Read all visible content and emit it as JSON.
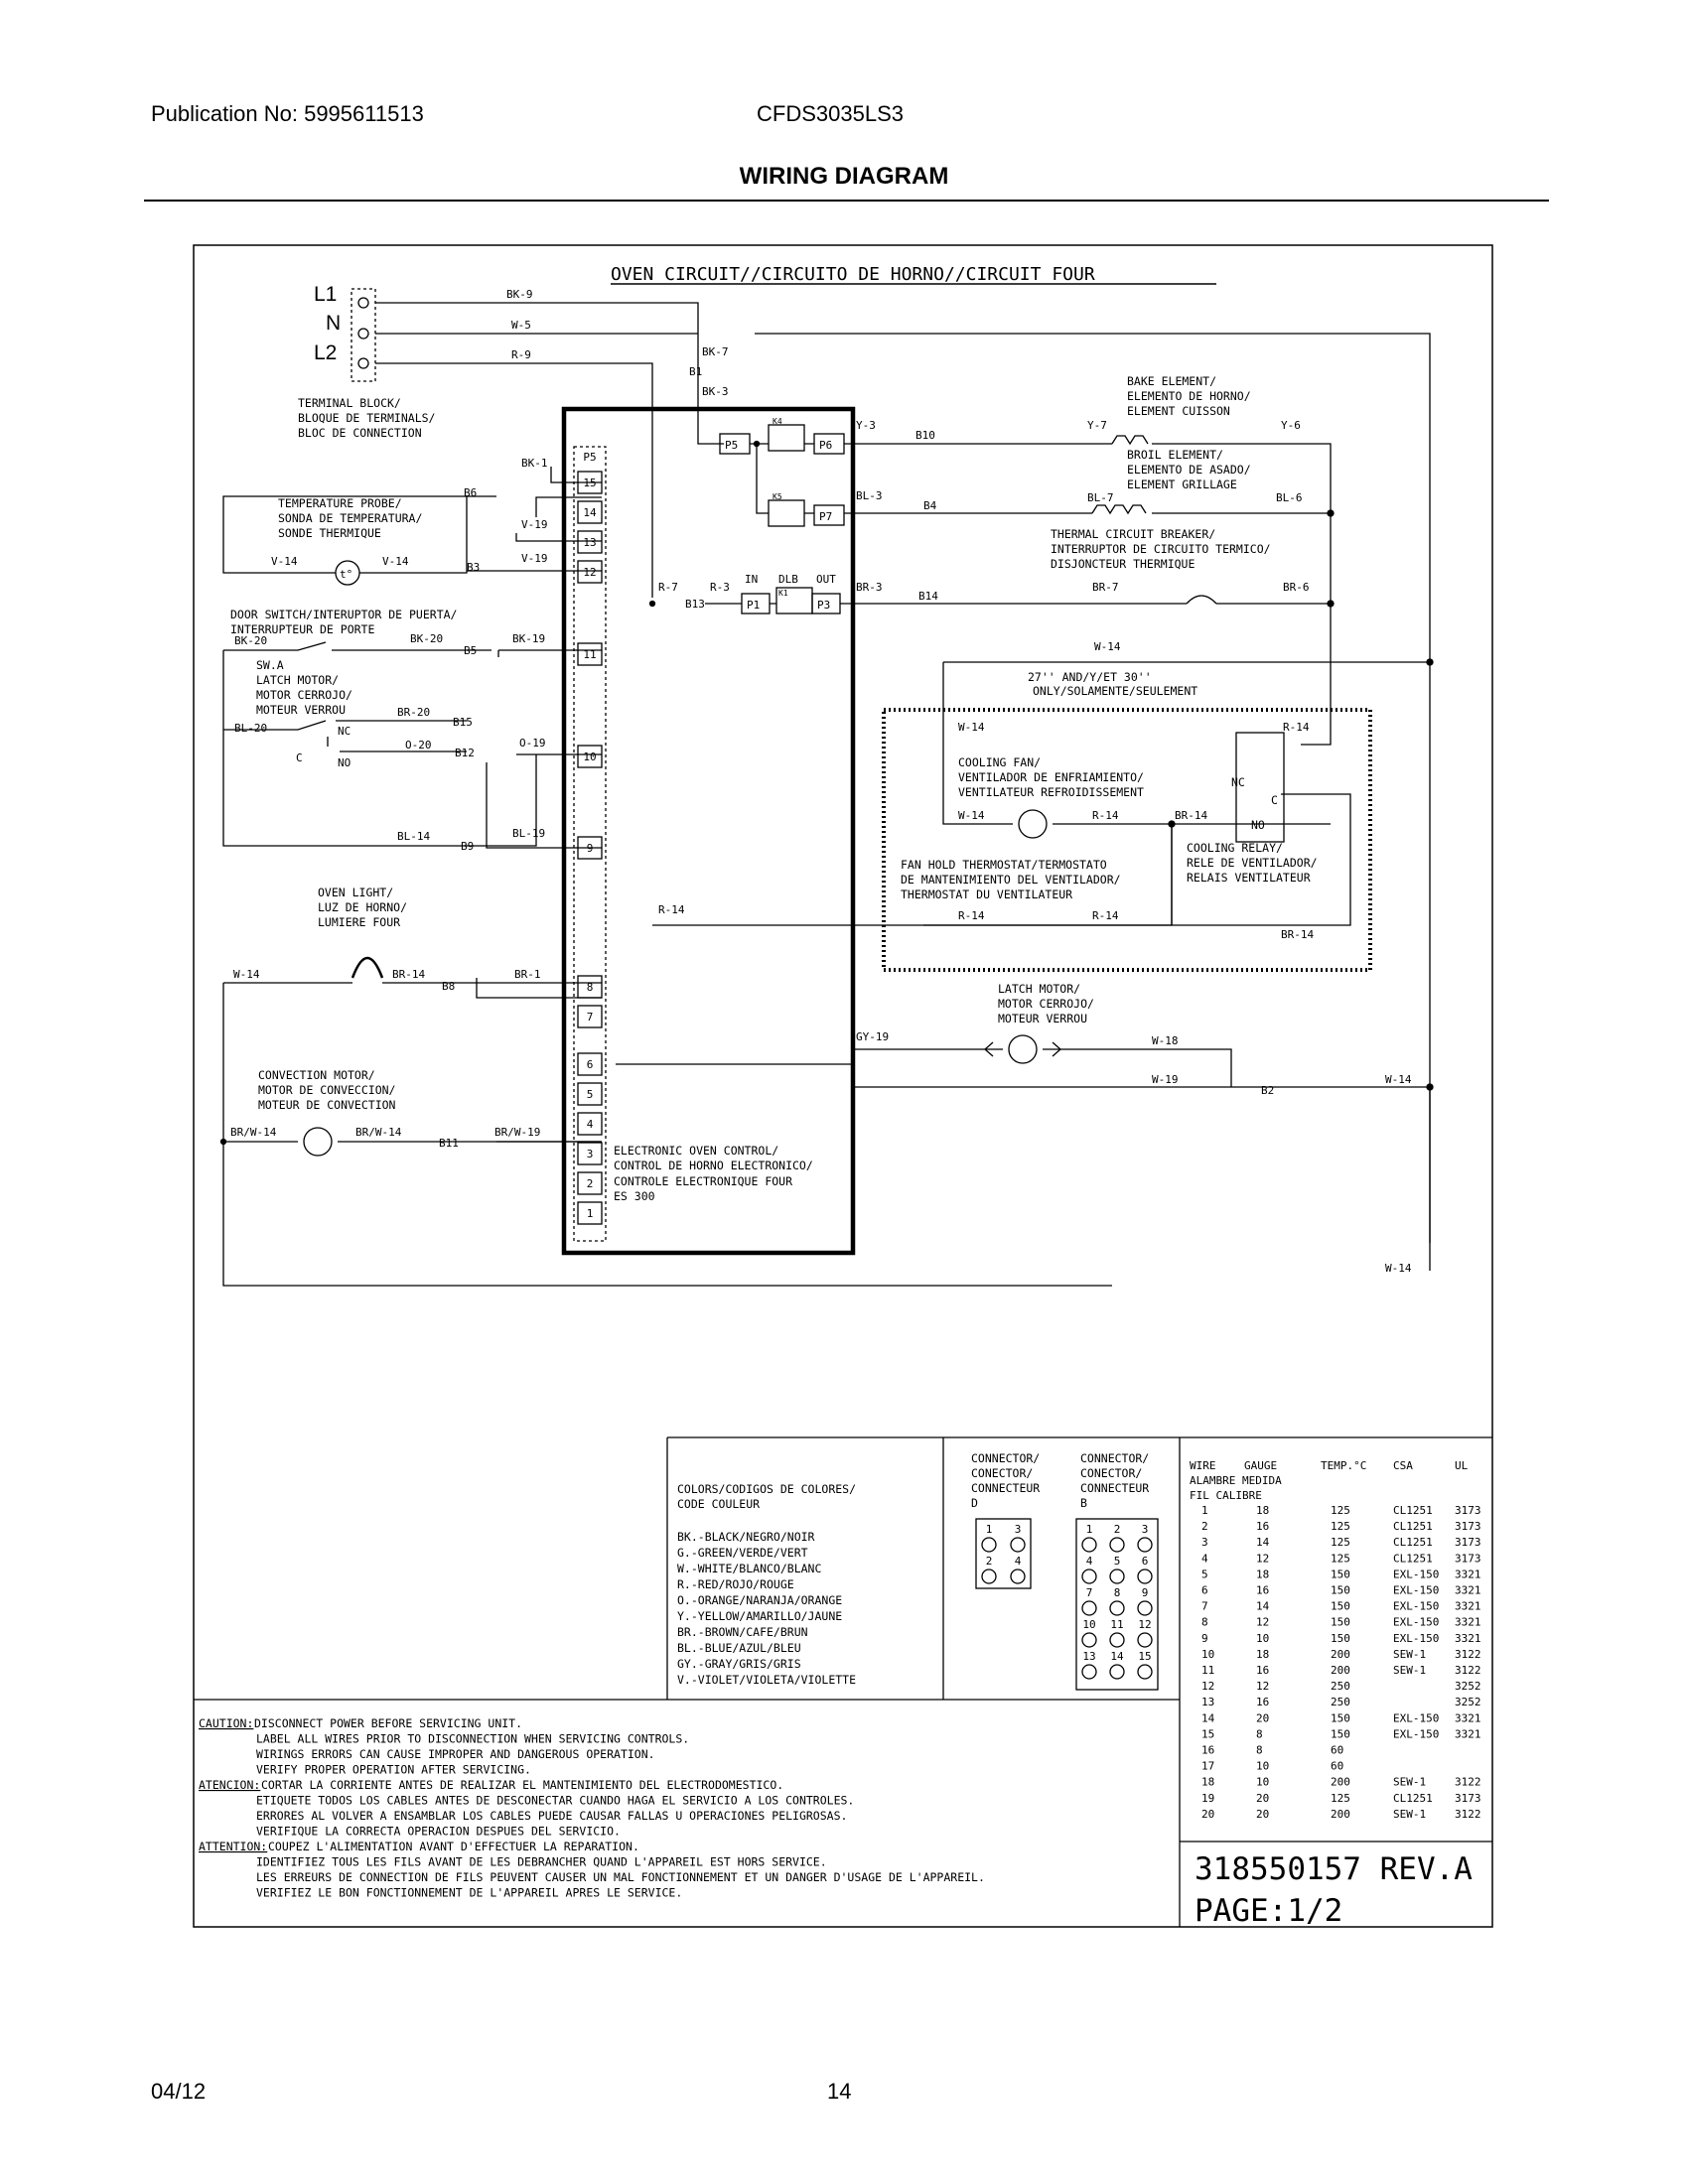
{
  "header": {
    "publication": "Publication No: 5995611513",
    "model": "CFDS3035LS3",
    "title": "WIRING DIAGRAM"
  },
  "footer": {
    "date": "04/12",
    "page": "14"
  },
  "diagram": {
    "heading": "OVEN CIRCUIT//CIRCUITO DE HORNO//CIRCUIT FOUR",
    "terminals": {
      "l1": "L1",
      "n": "N",
      "l2": "L2"
    },
    "terminal_block": [
      "TERMINAL BLOCK/",
      "BLOQUE DE TERMINALS/",
      "BLOC DE CONNECTION"
    ],
    "temp_probe": [
      "TEMPERATURE PROBE/",
      "SONDA DE TEMPERATURA/",
      "SONDE THERMIQUE"
    ],
    "probe_symbol": "t°",
    "door_switch": [
      "DOOR SWITCH/INTERUPTOR DE PUERTA/",
      "INTERRUPTEUR DE PORTE"
    ],
    "latch_motor_sw": [
      "SW.A",
      "LATCH MOTOR/",
      "MOTOR CERROJO/",
      "MOTEUR VERROU"
    ],
    "oven_light": [
      "OVEN LIGHT/",
      "LUZ DE HORNO/",
      "LUMIERE FOUR"
    ],
    "convection": [
      "CONVECTION MOTOR/",
      "MOTOR DE CONVECCION/",
      "MOTEUR DE CONVECTION"
    ],
    "eoc": [
      "ELECTRONIC OVEN CONTROL/",
      "CONTROL DE HORNO ELECTRONICO/",
      "CONTROLE ELECTRONIQUE FOUR",
      "ES 300"
    ],
    "bake": [
      "BAKE ELEMENT/",
      "ELEMENTO DE HORNO/",
      "ELEMENT CUISSON"
    ],
    "broil": [
      "BROIL ELEMENT/",
      "ELEMENTO DE ASADO/",
      "ELEMENT GRILLAGE"
    ],
    "breaker": [
      "THERMAL CIRCUIT BREAKER/",
      "INTERRUPTOR DE CIRCUITO TERMICO/",
      "DISJONCTEUR THERMIQUE"
    ],
    "only_note": [
      "27'' AND/Y/ET 30''",
      "ONLY/SOLAMENTE/SEULEMENT"
    ],
    "fan": [
      "COOLING FAN/",
      "VENTILADOR DE ENFRIAMIENTO/",
      "VENTILATEUR REFROIDISSEMENT"
    ],
    "relay": [
      "COOLING RELAY/",
      "RELE DE VENTILADOR/",
      "RELAIS VENTILATEUR"
    ],
    "fan_thermo": [
      "FAN HOLD THERMOSTAT/TERMOSTATO",
      "DE MANTENIMIENTO DEL VENTILADOR/",
      "THERMOSTAT DU VENTILATEUR"
    ],
    "latch_motor": [
      "LATCH MOTOR/",
      "MOTOR CERROJO/",
      "MOTEUR VERROU"
    ],
    "pins": [
      "P5",
      "15",
      "14",
      "13",
      "12",
      "11",
      "10",
      "9",
      "8",
      "7",
      "6",
      "5",
      "4",
      "3",
      "2",
      "1"
    ],
    "relay_labels": {
      "p5": "P5",
      "p6": "P6",
      "p7": "P7",
      "p1": "P1",
      "p3": "P3",
      "in": "IN",
      "dlb": "DLB",
      "out": "OUT",
      "k4": "K4",
      "k5": "K5",
      "k1": "K1",
      "nc": "NC",
      "no": "NO",
      "c": "C"
    },
    "wires": {
      "bk9": "BK-9",
      "w5": "W-5",
      "r9": "R-9",
      "bk7": "BK-7",
      "b1": "B1",
      "bk3": "BK-3",
      "bk1": "BK-1",
      "b6": "B6",
      "v19a": "V-19",
      "v19b": "V-19",
      "b3": "B3",
      "v14a": "V-14",
      "v14b": "V-14",
      "bk20a": "BK-20",
      "bk20b": "BK-20",
      "b5": "B5",
      "bk19": "BK-19",
      "br20": "BR-20",
      "b15": "B15",
      "bl20": "BL-20",
      "o20": "O-20",
      "b12": "B12",
      "o19": "O-19",
      "bl14": "BL-14",
      "b9": "B9",
      "bl19": "BL-19",
      "w14a": "W-14",
      "br14a": "BR-14",
      "b8": "B8",
      "br1": "BR-1",
      "brw14a": "BR/W-14",
      "brw14b": "BR/W-14",
      "b11": "B11",
      "brw19": "BR/W-19",
      "y3": "Y-3",
      "b10": "B10",
      "y7": "Y-7",
      "y6": "Y-6",
      "bl3": "BL-3",
      "b4": "B4",
      "bl7": "BL-7",
      "bl6": "BL-6",
      "r7": "R-7",
      "b13": "B13",
      "r3": "R-3",
      "br3": "BR-3",
      "b14": "B14",
      "br7": "BR-7",
      "br6": "BR-6",
      "w14b": "W-14",
      "w14c": "W-14",
      "r14a": "R-14",
      "w14d": "W-14",
      "r14b": "R-14",
      "br14b": "BR-14",
      "r14c": "R-14",
      "r14d": "R-14",
      "r14e": "R-14",
      "br14c": "BR-14",
      "gy19": "GY-19",
      "w18": "W-18",
      "w19": "W-19",
      "b2": "B2",
      "w14e": "W-14",
      "w14f": "W-14",
      "sc": "C",
      "sno": "NO",
      "snc": "NC"
    },
    "colors": {
      "heading": [
        "COLORS/CODIGOS DE COLORES/",
        "CODE COULEUR"
      ],
      "items": [
        "BK.-BLACK/NEGRO/NOIR",
        "G.-GREEN/VERDE/VERT",
        "W.-WHITE/BLANCO/BLANC",
        "R.-RED/ROJO/ROUGE",
        "O.-ORANGE/NARANJA/ORANGE",
        "Y.-YELLOW/AMARILLO/JAUNE",
        "BR.-BROWN/CAFE/BRUN",
        "BL.-BLUE/AZUL/BLEU",
        "GY.-GRAY/GRIS/GRIS",
        "V.-VIOLET/VIOLETA/VIOLETTE"
      ]
    },
    "conn_d": {
      "label": [
        "CONNECTOR/",
        "CONECTOR/",
        "CONNECTEUR",
        "D"
      ],
      "nums": [
        "1",
        "3",
        "2",
        "4"
      ]
    },
    "conn_b": {
      "label": [
        "CONNECTOR/",
        "CONECTOR/",
        "CONNECTEUR",
        "B"
      ],
      "nums": [
        "1",
        "2",
        "3",
        "4",
        "5",
        "6",
        "7",
        "8",
        "9",
        "10",
        "11",
        "12",
        "13",
        "14",
        "15"
      ]
    },
    "wire_table": {
      "headers": [
        "WIRE",
        "GAUGE",
        "TEMP.°C",
        "CSA",
        "UL"
      ],
      "sub": [
        "ALAMBRE MEDIDA",
        "FIL   CALIBRE"
      ],
      "rows": [
        [
          "1",
          "18",
          "125",
          "CL1251",
          "3173"
        ],
        [
          "2",
          "16",
          "125",
          "CL1251",
          "3173"
        ],
        [
          "3",
          "14",
          "125",
          "CL1251",
          "3173"
        ],
        [
          "4",
          "12",
          "125",
          "CL1251",
          "3173"
        ],
        [
          "5",
          "18",
          "150",
          "EXL-150",
          "3321"
        ],
        [
          "6",
          "16",
          "150",
          "EXL-150",
          "3321"
        ],
        [
          "7",
          "14",
          "150",
          "EXL-150",
          "3321"
        ],
        [
          "8",
          "12",
          "150",
          "EXL-150",
          "3321"
        ],
        [
          "9",
          "10",
          "150",
          "EXL-150",
          "3321"
        ],
        [
          "10",
          "18",
          "200",
          "SEW-1",
          "3122"
        ],
        [
          "11",
          "16",
          "200",
          "SEW-1",
          "3122"
        ],
        [
          "12",
          "12",
          "250",
          "",
          "3252"
        ],
        [
          "13",
          "16",
          "250",
          "",
          "3252"
        ],
        [
          "14",
          "20",
          "150",
          "EXL-150",
          "3321"
        ],
        [
          "15",
          "8",
          "150",
          "EXL-150",
          "3321"
        ],
        [
          "16",
          "8",
          "60",
          "",
          ""
        ],
        [
          "17",
          "10",
          "60",
          "",
          ""
        ],
        [
          "18",
          "10",
          "200",
          "SEW-1",
          "3122"
        ],
        [
          "19",
          "20",
          "125",
          "CL1251",
          "3173"
        ],
        [
          "20",
          "20",
          "200",
          "SEW-1",
          "3122"
        ]
      ]
    },
    "caution": [
      {
        "k": "CAUTION:",
        "t": "DISCONNECT POWER BEFORE SERVICING UNIT."
      },
      {
        "k": "",
        "t": "LABEL ALL WIRES PRIOR TO DISCONNECTION WHEN SERVICING CONTROLS."
      },
      {
        "k": "",
        "t": "WIRINGS ERRORS CAN CAUSE IMPROPER AND DANGEROUS OPERATION."
      },
      {
        "k": "",
        "t": "VERIFY PROPER OPERATION AFTER SERVICING."
      },
      {
        "k": "ATENCION:",
        "t": "CORTAR LA CORRIENTE ANTES DE REALIZAR EL MANTENIMIENTO DEL ELECTRODOMESTICO."
      },
      {
        "k": "",
        "t": "ETIQUETE TODOS LOS CABLES ANTES DE DESCONECTAR CUANDO HAGA EL SERVICIO A LOS CONTROLES."
      },
      {
        "k": "",
        "t": "ERRORES AL VOLVER A ENSAMBLAR LOS CABLES PUEDE CAUSAR FALLAS U OPERACIONES PELIGROSAS."
      },
      {
        "k": "",
        "t": "VERIFIQUE LA CORRECTA OPERACION DESPUES DEL SERVICIO."
      },
      {
        "k": "ATTENTION:",
        "t": "COUPEZ L'ALIMENTATION AVANT D'EFFECTUER LA REPARATION."
      },
      {
        "k": "",
        "t": "IDENTIFIEZ TOUS LES FILS AVANT DE LES DEBRANCHER QUAND L'APPAREIL EST HORS SERVICE."
      },
      {
        "k": "",
        "t": "LES ERREURS DE CONNECTION DE FILS PEUVENT CAUSER UN MAL FONCTIONNEMENT ET UN DANGER D'USAGE DE L'APPAREIL."
      },
      {
        "k": "",
        "t": "VERIFIEZ LE BON FONCTIONNEMENT DE L'APPAREIL APRES LE SERVICE."
      }
    ],
    "part_no": "318550157 REV.A",
    "page_no": "PAGE:1/2"
  }
}
